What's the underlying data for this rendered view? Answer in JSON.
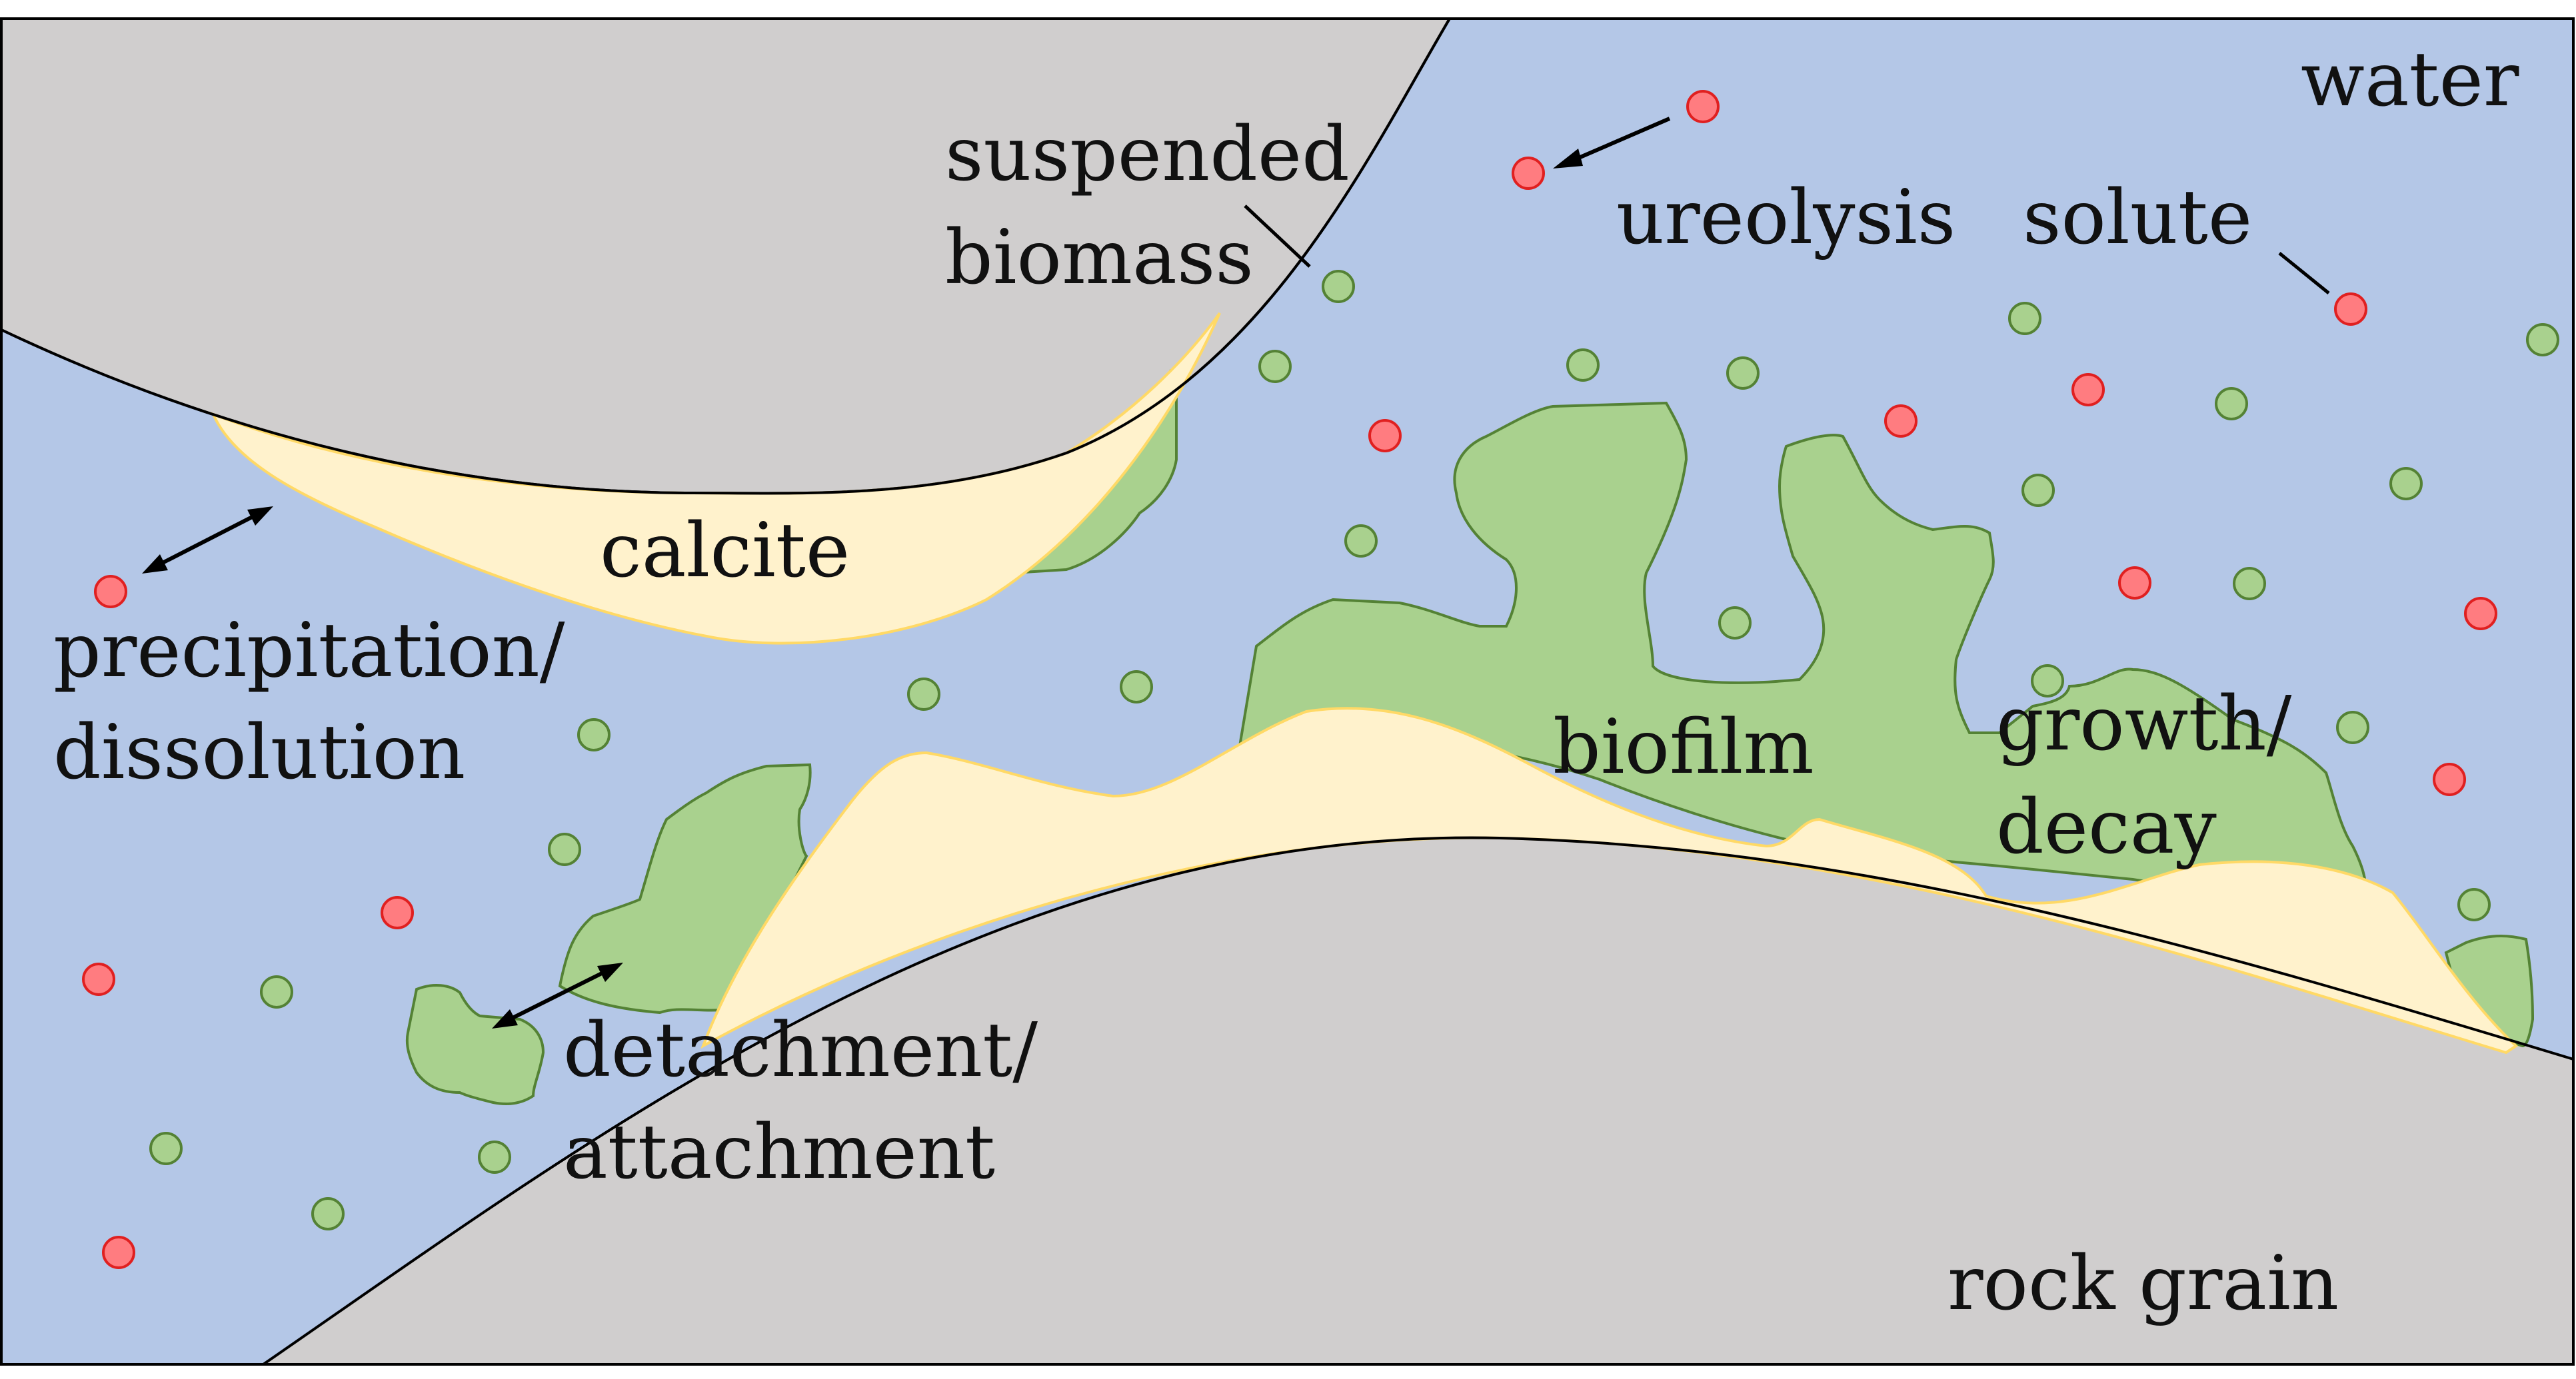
{
  "regions": {
    "water": "water",
    "rock_grain": "rock grain",
    "calcite": "calcite",
    "biofilm": "biofilm"
  },
  "processes": {
    "suspended_line1": "suspended",
    "suspended_line2": "biomass",
    "ureolysis": "ureolysis",
    "solute": "solute",
    "precip_line1": "precipitation/",
    "precip_line2": "dissolution",
    "growth_line1": "growth/",
    "growth_line2": "decay",
    "detach_line1": "detachment/",
    "detach_line2": "attachment"
  },
  "colors": {
    "water": "#b4c7e7",
    "rock": "#d0cece",
    "calcite": "#fff2cc",
    "calcite_edge": "#ffd966",
    "biofilm": "#a9d18e",
    "biofilm_edge": "#548235",
    "solute": "#ff7c80",
    "solute_edge": "#e02020",
    "biomass_particle": "#a9d18e",
    "biomass_particle_edge": "#548235"
  }
}
